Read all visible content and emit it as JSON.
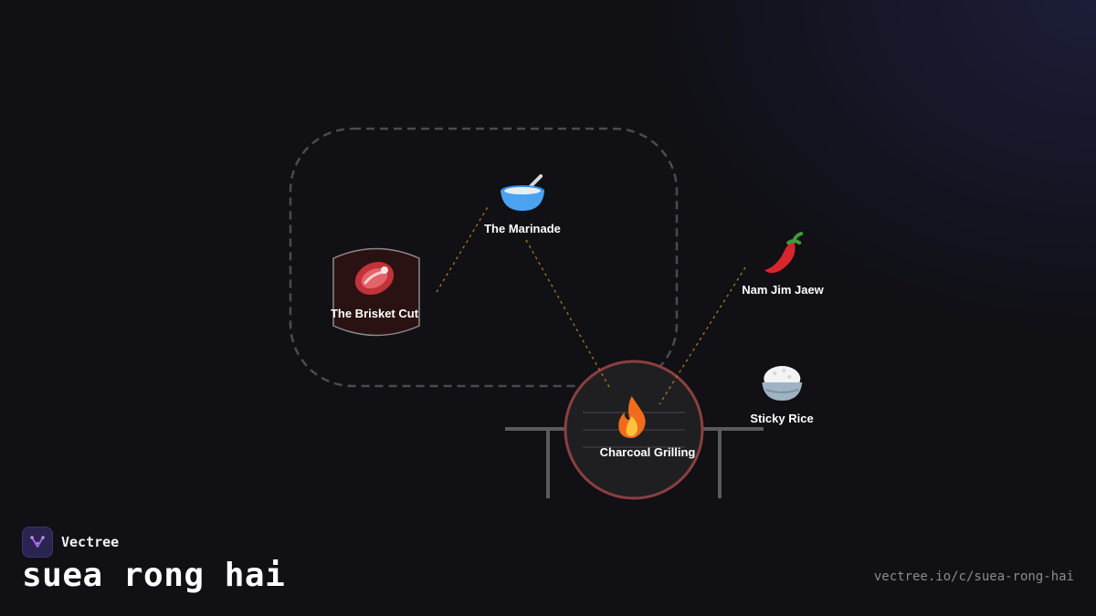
{
  "brand": {
    "name": "Vectree",
    "icon": "vectree-logo-icon",
    "accent": "#a166e8"
  },
  "page": {
    "title": "suea rong hai",
    "url": "vectree.io/c/suea-rong-hai"
  },
  "colors": {
    "background": "#101015",
    "connector": "#b07a1e",
    "group_outline": "#4a4a52",
    "grill_ring": "#8c3f3f",
    "brisket_fill": "#2a1212"
  },
  "nodes": {
    "brisket": {
      "label": "The Brisket Cut",
      "icon": "steak-icon"
    },
    "marinade": {
      "label": "The Marinade",
      "icon": "bowl-icon"
    },
    "grilling": {
      "label": "Charcoal Grilling",
      "icon": "fire-icon"
    },
    "namjim": {
      "label": "Nam Jim Jaew",
      "icon": "chili-pepper-icon"
    },
    "rice": {
      "label": "Sticky Rice",
      "icon": "rice-bowl-icon"
    }
  }
}
